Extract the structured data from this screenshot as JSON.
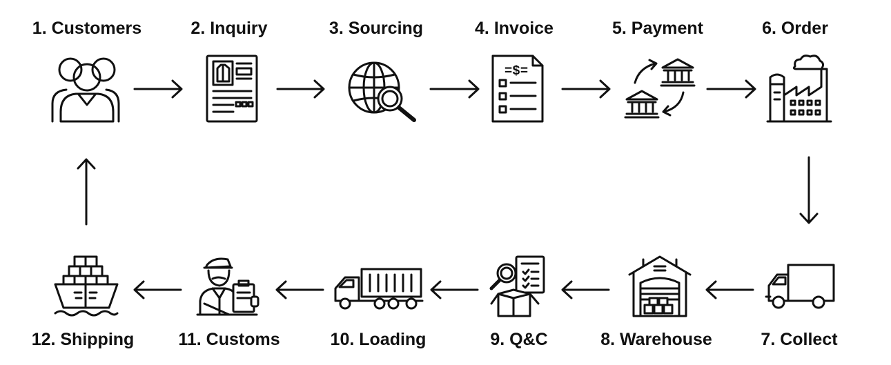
{
  "steps": {
    "s1": "1. Customers",
    "s2": "2. Inquiry",
    "s3": "3. Sourcing",
    "s4": "4. Invoice",
    "s5": "5. Payment",
    "s6": "6. Order",
    "s7": "7. Collect",
    "s8": "8. Warehouse",
    "s9": "9. Q&C",
    "s10": "10. Loading",
    "s11": "11. Customs",
    "s12": "12. Shipping"
  },
  "invoice_symbol": "=$=",
  "colors": {
    "ink": "#111111",
    "background": "#ffffff"
  },
  "icons": {
    "s1": "people-group-icon",
    "s2": "document-shirt-icon",
    "s3": "globe-search-icon",
    "s4": "invoice-icon",
    "s5": "bank-transfer-icon",
    "s6": "factory-icon",
    "s7": "delivery-truck-icon",
    "s8": "warehouse-icon",
    "s9": "quality-check-icon",
    "s10": "container-truck-icon",
    "s11": "customs-officer-icon",
    "s12": "cargo-ship-icon"
  }
}
